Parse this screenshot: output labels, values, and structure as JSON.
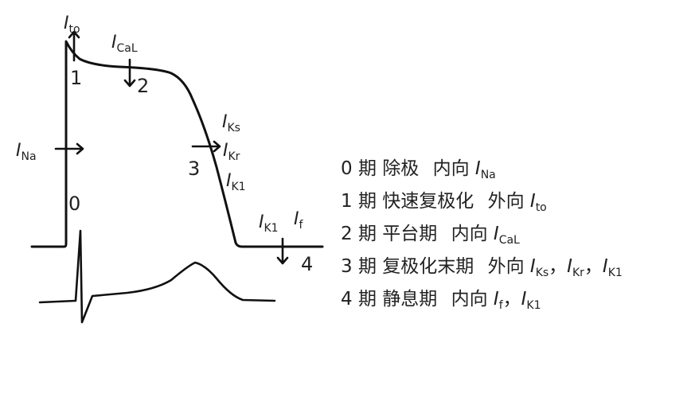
{
  "diagram": {
    "currents": {
      "ito": {
        "main": "I",
        "sub": "to"
      },
      "ical": {
        "main": "I",
        "sub": "CaL"
      },
      "ina": {
        "main": "I",
        "sub": "Na"
      },
      "iks": {
        "main": "I",
        "sub": "Ks"
      },
      "ikr": {
        "main": "I",
        "sub": "Kr"
      },
      "ik1_phase3": {
        "main": "I",
        "sub": "K1"
      },
      "ik1_phase4": {
        "main": "I",
        "sub": "K1"
      },
      "if": {
        "main": "I",
        "sub": "f"
      }
    },
    "phase_numbers": [
      "0",
      "1",
      "2",
      "3",
      "4"
    ]
  },
  "legend": {
    "rows": [
      {
        "phase": "0 期",
        "name": "除极",
        "direction": "内向",
        "currents": [
          {
            "main": "I",
            "sub": "Na"
          }
        ]
      },
      {
        "phase": "1 期",
        "name": "快速复极化",
        "direction": "外向",
        "currents": [
          {
            "main": "I",
            "sub": "to"
          }
        ]
      },
      {
        "phase": "2 期",
        "name": "平台期",
        "direction": "内向",
        "currents": [
          {
            "main": "I",
            "sub": "CaL"
          }
        ]
      },
      {
        "phase": "3 期",
        "name": "复极化末期",
        "direction": "外向",
        "currents": [
          {
            "main": "I",
            "sub": "Ks"
          },
          {
            "main": "I",
            "sub": "Kr"
          },
          {
            "main": "I",
            "sub": "K1"
          }
        ]
      },
      {
        "phase": "4 期",
        "name": "静息期",
        "direction": "内向",
        "currents": [
          {
            "main": "I",
            "sub": "f"
          },
          {
            "main": "I",
            "sub": "K1"
          }
        ]
      }
    ],
    "separator": "，"
  }
}
